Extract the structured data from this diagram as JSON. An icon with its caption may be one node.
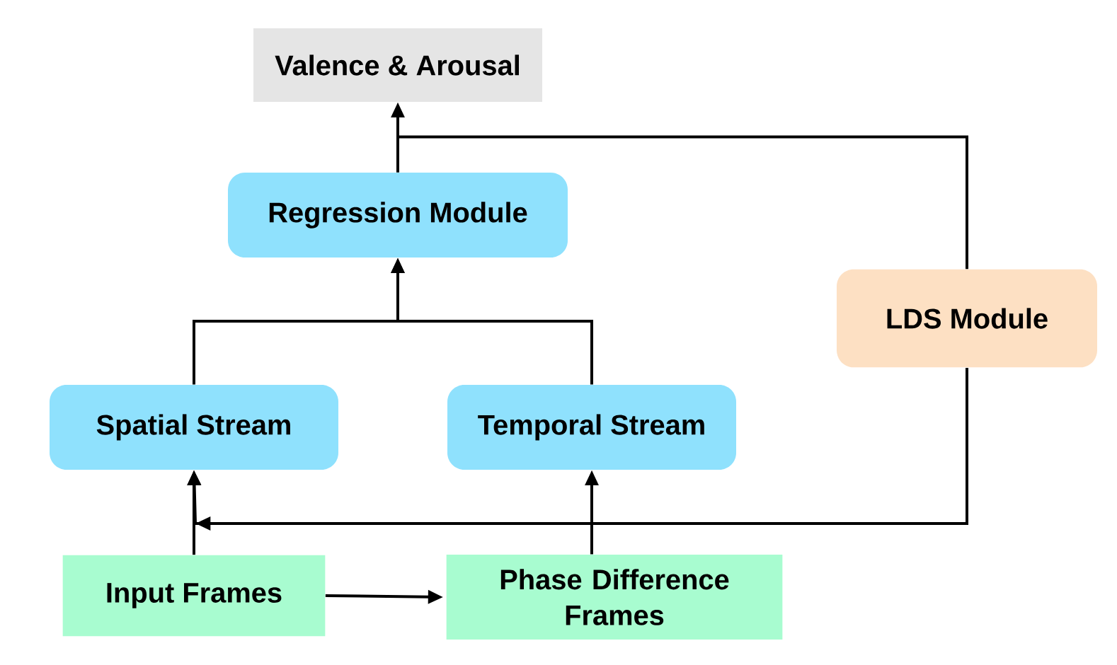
{
  "diagram": {
    "nodes": [
      {
        "text": [
          "Valence & Arousal"
        ]
      },
      {
        "text": [
          "Regression Module"
        ]
      },
      {
        "text": [
          "Spatial Stream"
        ]
      },
      {
        "text": [
          "Temporal Stream"
        ]
      },
      {
        "text": [
          "LDS Module"
        ]
      },
      {
        "text": [
          "Input Frames"
        ]
      },
      {
        "text": [
          "Phase Difference Frames"
        ]
      }
    ],
    "edges": [
      {
        "from": 1,
        "to": 0,
        "arrow": "to"
      },
      {
        "from": 2,
        "to": 1,
        "arrow": "to"
      },
      {
        "from": 3,
        "to": 1,
        "arrow": "to"
      },
      {
        "from": 5,
        "to": 2,
        "arrow": "to"
      },
      {
        "from": 5,
        "to": 6,
        "arrow": "to"
      },
      {
        "from": 6,
        "to": 3,
        "arrow": "to"
      },
      {
        "from": 1,
        "to": 4,
        "arrow": "none"
      },
      {
        "from": 4,
        "to": 2,
        "arrow": "to"
      }
    ]
  }
}
